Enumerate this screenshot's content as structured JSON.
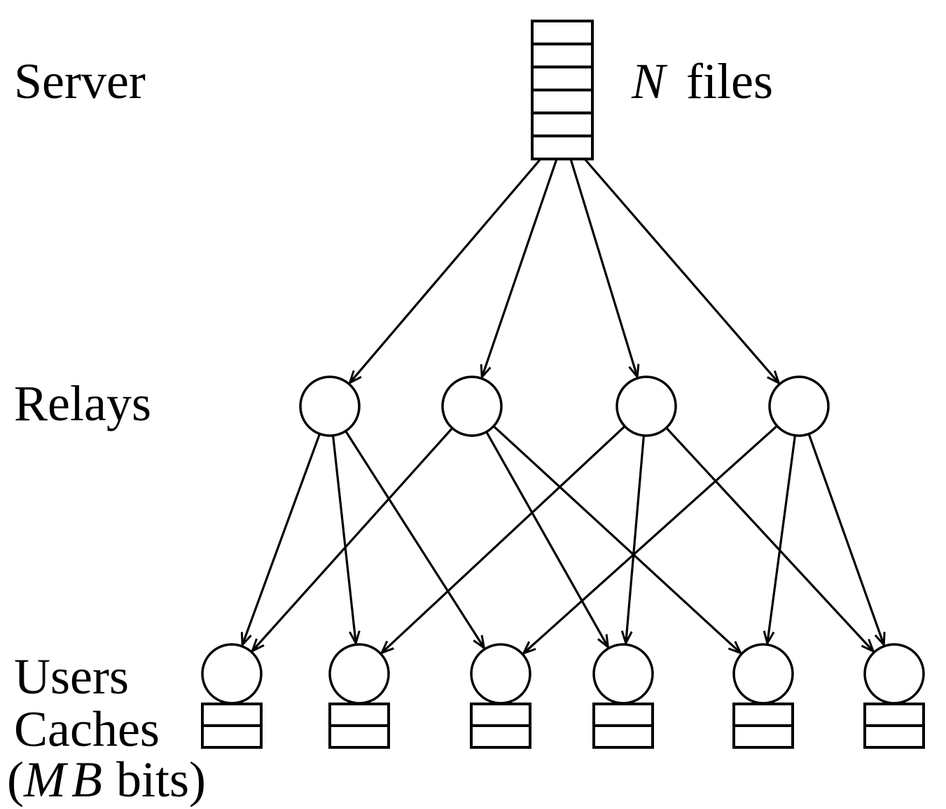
{
  "labels": {
    "server": "Server",
    "n_var": "N",
    "files": "files",
    "relays": "Relays",
    "users": "Users",
    "caches": "Caches",
    "cache_size_open": "(",
    "cache_size_m": "M",
    "cache_size_b": "B",
    "cache_size_bits": "bits)"
  },
  "server": {
    "file_slots": 6
  },
  "relays": [
    {
      "id": "r1"
    },
    {
      "id": "r2"
    },
    {
      "id": "r3"
    },
    {
      "id": "r4"
    }
  ],
  "users": [
    {
      "id": "u1",
      "cache_slots": 2
    },
    {
      "id": "u2",
      "cache_slots": 2
    },
    {
      "id": "u3",
      "cache_slots": 2
    },
    {
      "id": "u4",
      "cache_slots": 2
    },
    {
      "id": "u5",
      "cache_slots": 2
    },
    {
      "id": "u6",
      "cache_slots": 2
    }
  ],
  "edges": [
    {
      "from": "server",
      "to": "r1"
    },
    {
      "from": "server",
      "to": "r2"
    },
    {
      "from": "server",
      "to": "r3"
    },
    {
      "from": "server",
      "to": "r4"
    },
    {
      "from": "r1",
      "to": "u1"
    },
    {
      "from": "r1",
      "to": "u2"
    },
    {
      "from": "r1",
      "to": "u3"
    },
    {
      "from": "r2",
      "to": "u1"
    },
    {
      "from": "r2",
      "to": "u4"
    },
    {
      "from": "r2",
      "to": "u5"
    },
    {
      "from": "r3",
      "to": "u2"
    },
    {
      "from": "r3",
      "to": "u4"
    },
    {
      "from": "r3",
      "to": "u6"
    },
    {
      "from": "r4",
      "to": "u3"
    },
    {
      "from": "r4",
      "to": "u5"
    },
    {
      "from": "r4",
      "to": "u6"
    }
  ]
}
